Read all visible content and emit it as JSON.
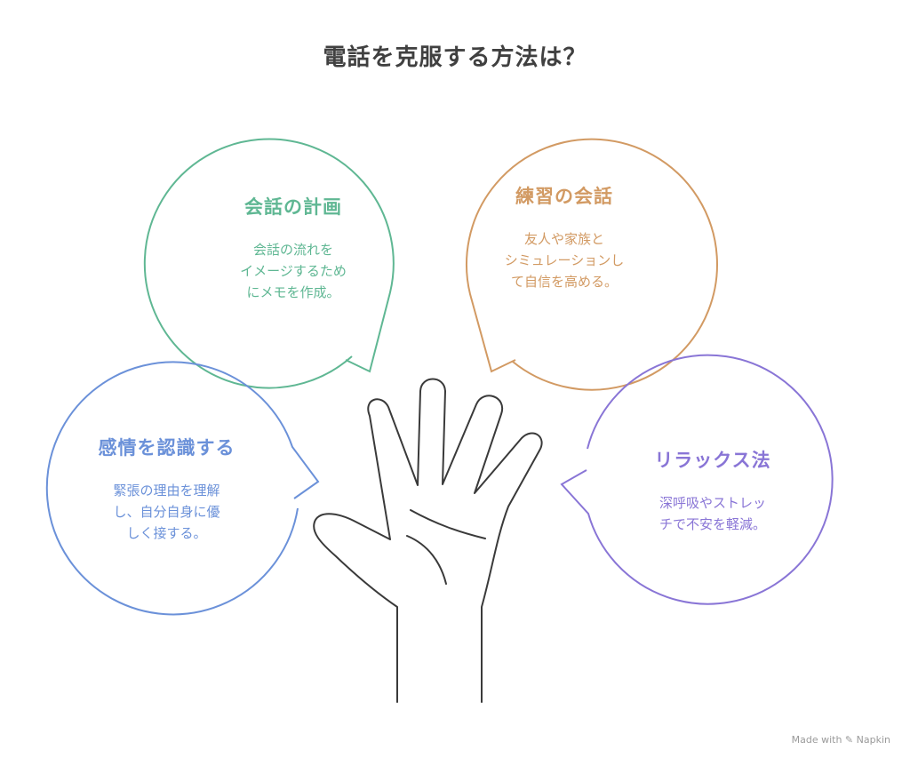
{
  "title": "電話を克服する方法は？",
  "bubbles": [
    {
      "heading": "会話の計画",
      "lines": [
        "会話の流れを",
        "イメージするため",
        "にメモを作成。"
      ],
      "color": "#5fb793"
    },
    {
      "heading": "練習の会話",
      "lines": [
        "友人や家族と",
        "シミュレーションし",
        "て自信を高める。"
      ],
      "color": "#d29a63"
    },
    {
      "heading": "感情を認識する",
      "lines": [
        "緊張の理由を理解",
        "し、自分自身に優",
        "しく接する。"
      ],
      "color": "#6b91d9"
    },
    {
      "heading": "リラックス法",
      "lines": [
        "深呼吸やストレッ",
        "チで不安を軽減。"
      ],
      "color": "#8975d6"
    }
  ],
  "footer": "Made with ✎ Napkin"
}
